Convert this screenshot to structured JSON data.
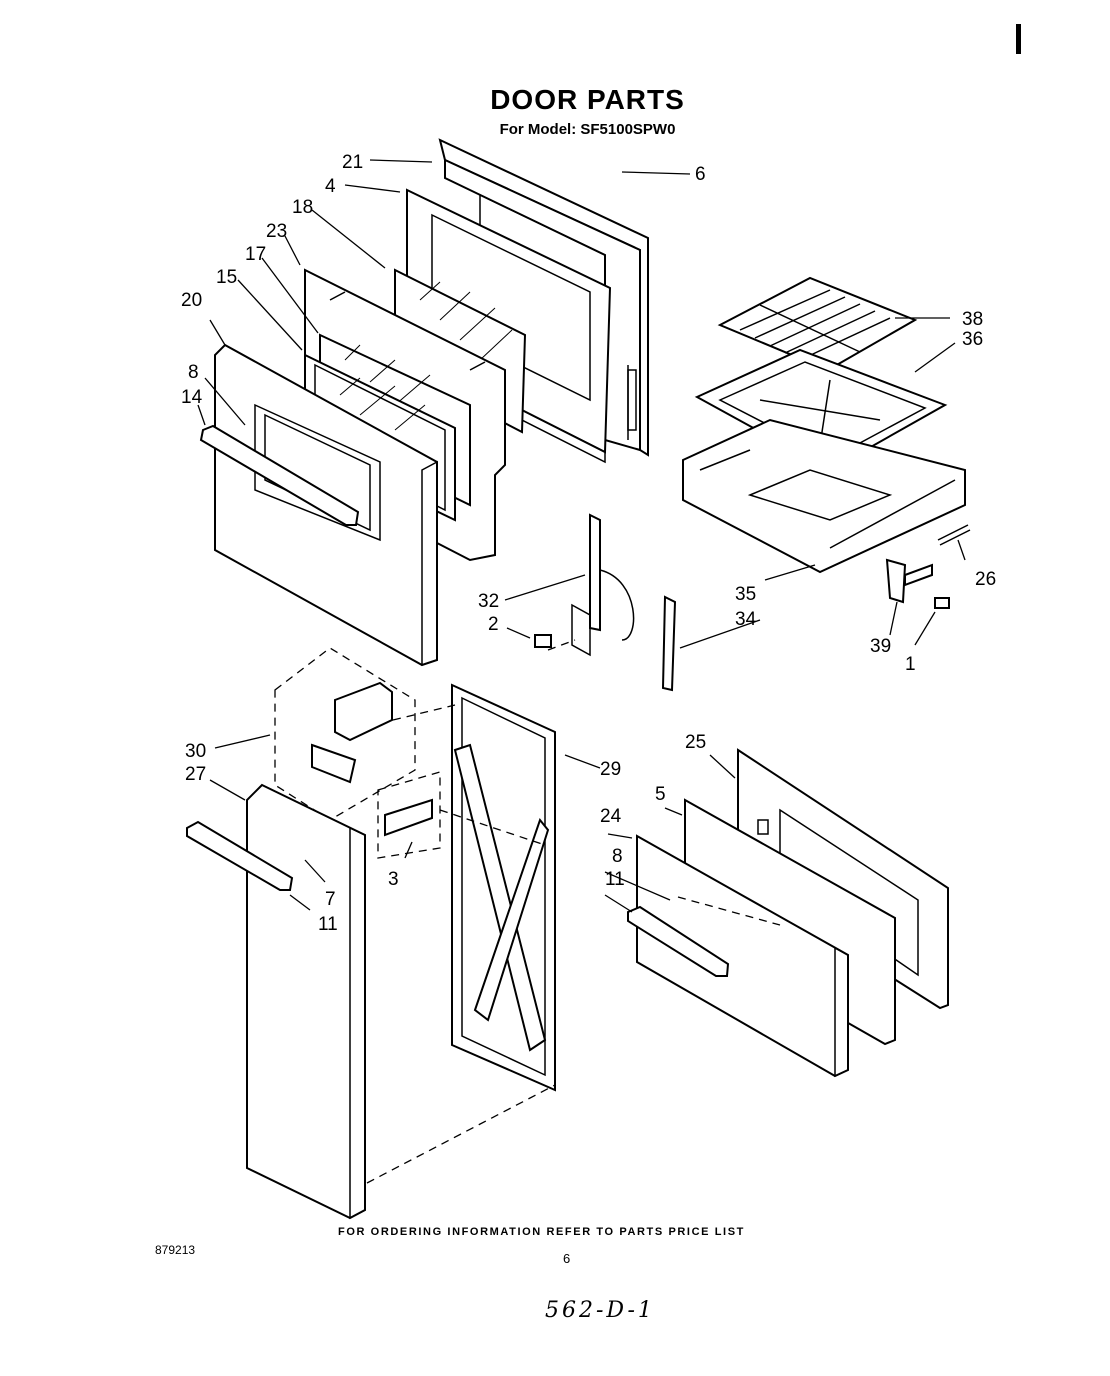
{
  "header": {
    "title": "DOOR PARTS",
    "subtitle": "For Model: SF5100SPW0"
  },
  "footer": {
    "ordering_note": "FOR ORDERING INFORMATION REFER TO PARTS PRICE LIST",
    "doc_number": "879213",
    "page_number": "6",
    "handwritten_note": "562-D-1"
  },
  "callouts": {
    "c21": "21",
    "c4": "4",
    "c6": "6",
    "c18": "18",
    "c23": "23",
    "c17": "17",
    "c15": "15",
    "c20": "20",
    "c8a": "8",
    "c14": "14",
    "c38": "38",
    "c36": "36",
    "c35": "35",
    "c34": "34",
    "c32": "32",
    "c2": "2",
    "c26": "26",
    "c39": "39",
    "c1": "1",
    "c30": "30",
    "c27": "27",
    "c29": "29",
    "c3": "3",
    "c7": "7",
    "c11a": "11",
    "c25": "25",
    "c5": "5",
    "c24": "24",
    "c8b": "8",
    "c11b": "11"
  }
}
